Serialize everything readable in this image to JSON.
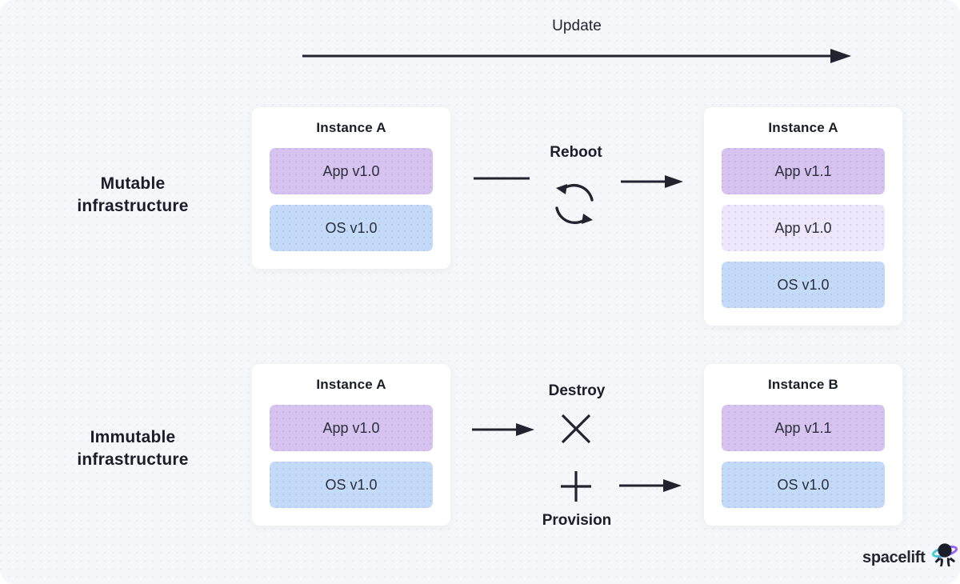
{
  "colors": {
    "background": "#f6f7fa",
    "card": "#ffffff",
    "app_new": "#d6c3ef",
    "app_old": "#eee6fb",
    "os": "#c3dbf8",
    "text": "#1b1e28",
    "stroke": "#21242e"
  },
  "header": {
    "update_label": "Update",
    "update_arrow_icon": "long-right-arrow-icon"
  },
  "rows": [
    {
      "key": "mutable",
      "label": "Mutable\ninfrastructure",
      "label_line1": "Mutable",
      "label_line2": "infrastructure",
      "left_card": {
        "title": "Instance A",
        "blocks": [
          {
            "label": "App v1.0",
            "style": "app_new"
          },
          {
            "label": "OS v1.0",
            "style": "os"
          }
        ]
      },
      "middle": {
        "action_label": "Reboot",
        "action_icon": "circular-refresh-icon",
        "in_connector_icon": "plain-line-icon",
        "out_connector_icon": "right-arrow-icon"
      },
      "right_card": {
        "title": "Instance A",
        "blocks": [
          {
            "label": "App v1.1",
            "style": "app_new"
          },
          {
            "label": "App v1.0",
            "style": "app_old"
          },
          {
            "label": "OS v1.0",
            "style": "os"
          }
        ]
      }
    },
    {
      "key": "immutable",
      "label": "Immutable\ninfrastructure",
      "label_line1": "Immutable",
      "label_line2": "infrastructure",
      "left_card": {
        "title": "Instance A",
        "blocks": [
          {
            "label": "App v1.0",
            "style": "app_new"
          },
          {
            "label": "OS v1.0",
            "style": "os"
          }
        ]
      },
      "middle": {
        "destroy_label": "Destroy",
        "destroy_icon": "cross-x-icon",
        "provision_label": "Provision",
        "provision_icon": "plus-icon",
        "in_connector_icon": "right-arrow-icon",
        "out_connector_icon": "right-arrow-icon"
      },
      "right_card": {
        "title": "Instance B",
        "blocks": [
          {
            "label": "App v1.1",
            "style": "app_new"
          },
          {
            "label": "OS v1.0",
            "style": "os"
          }
        ]
      }
    }
  ],
  "logo": {
    "word": "spacelift",
    "mark_icon": "spacelift-astronaut-planet-icon"
  }
}
